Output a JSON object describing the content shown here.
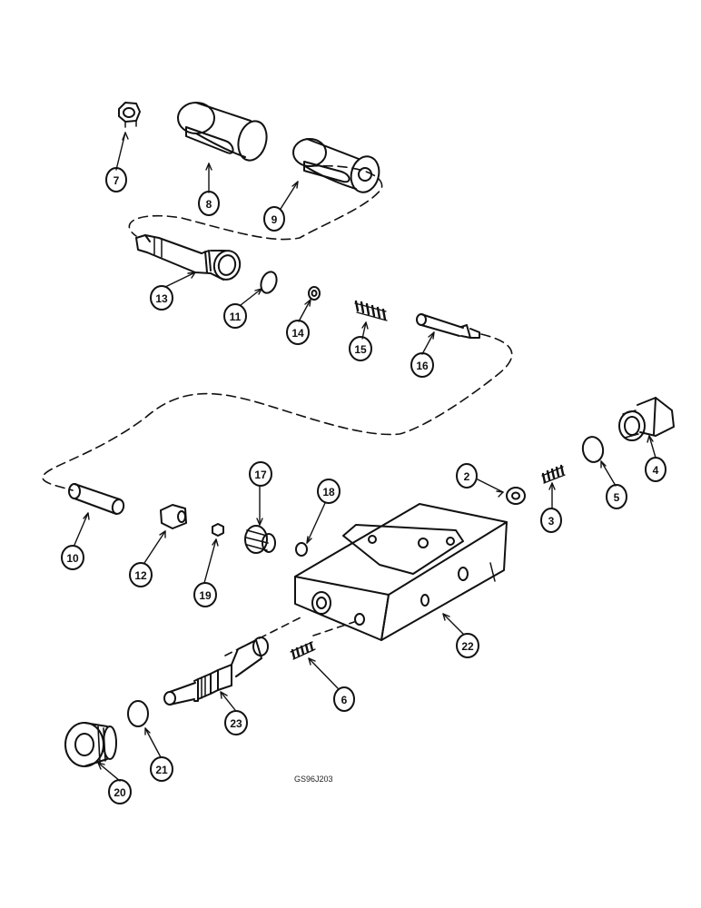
{
  "callouts": [
    {
      "id": "7",
      "label": "7"
    },
    {
      "id": "8",
      "label": "8"
    },
    {
      "id": "9",
      "label": "9"
    },
    {
      "id": "13",
      "label": "13"
    },
    {
      "id": "11",
      "label": "11"
    },
    {
      "id": "14",
      "label": "14"
    },
    {
      "id": "15",
      "label": "15"
    },
    {
      "id": "16",
      "label": "16"
    },
    {
      "id": "4",
      "label": "4"
    },
    {
      "id": "5",
      "label": "5"
    },
    {
      "id": "2",
      "label": "2"
    },
    {
      "id": "3",
      "label": "3"
    },
    {
      "id": "17",
      "label": "17"
    },
    {
      "id": "18",
      "label": "18"
    },
    {
      "id": "10",
      "label": "10"
    },
    {
      "id": "12",
      "label": "12"
    },
    {
      "id": "19",
      "label": "19"
    },
    {
      "id": "22",
      "label": "22"
    },
    {
      "id": "6",
      "label": "6"
    },
    {
      "id": "23",
      "label": "23"
    },
    {
      "id": "21",
      "label": "21"
    },
    {
      "id": "20",
      "label": "20"
    }
  ],
  "reference_code": "GS96J203"
}
